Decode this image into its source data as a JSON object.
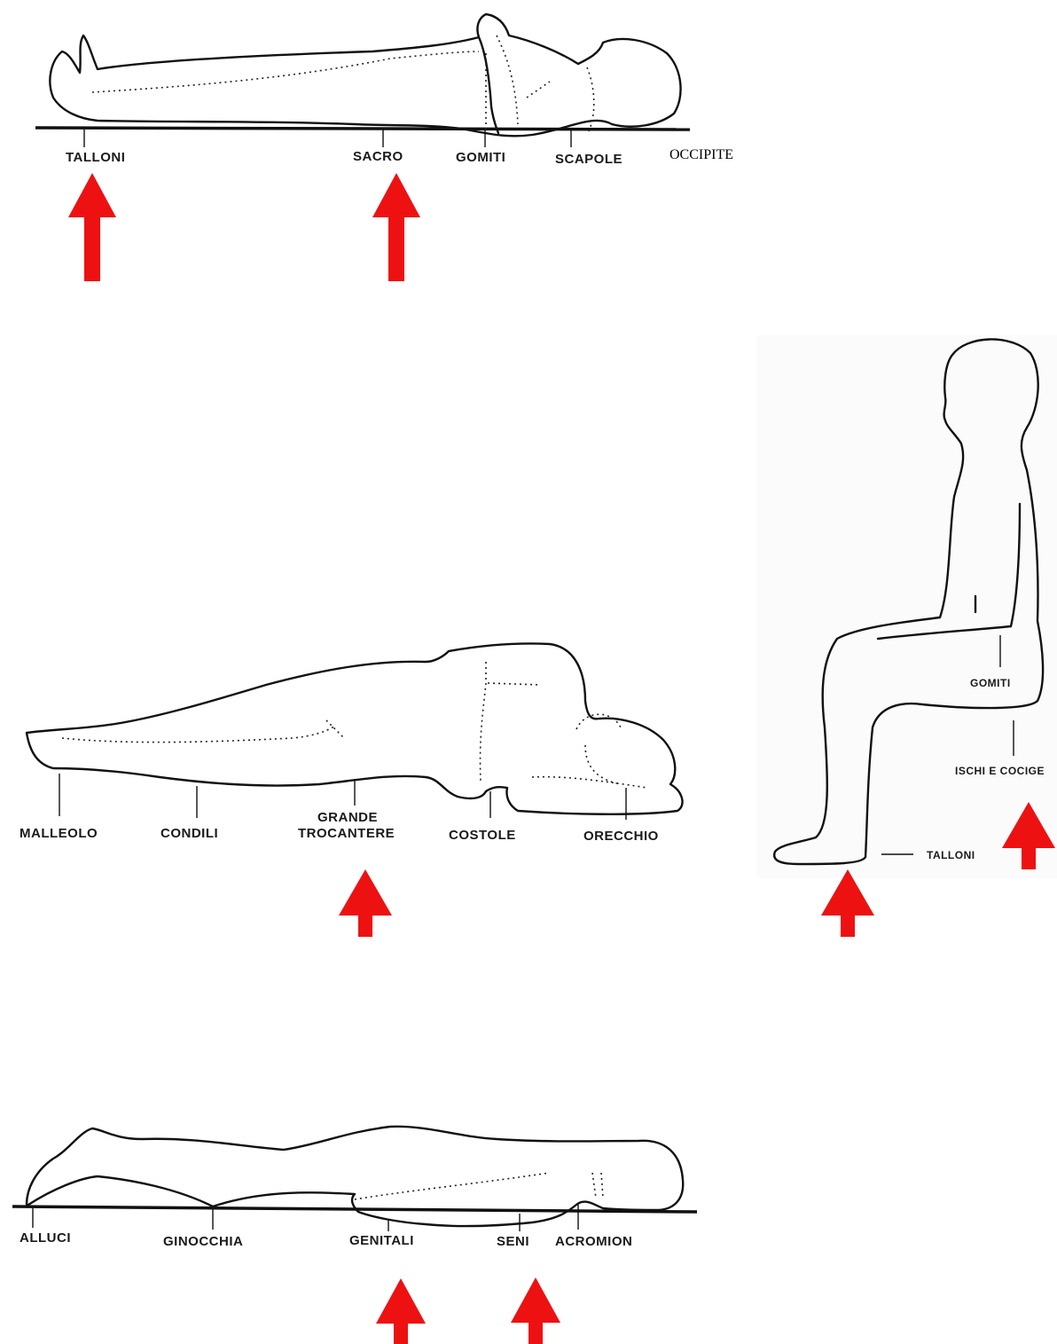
{
  "colors": {
    "arrow": "#ee1111",
    "outline": "#111111",
    "background": "#ffffff"
  },
  "supine": {
    "labels": {
      "heels": "TALLONI",
      "sacrum": "SACRO",
      "elbows": "GOMITI",
      "scapulae": "SCAPOLE",
      "occiput": "OCCIPITE"
    }
  },
  "lateral": {
    "labels": {
      "malleolus": "MALLEOLO",
      "condyles": "CONDILI",
      "trochanter_line1": "GRANDE",
      "trochanter_line2": "TROCANTERE",
      "ribs": "COSTOLE",
      "ear": "ORECCHIO"
    }
  },
  "seated": {
    "labels": {
      "elbows": "GOMITI",
      "ischia": "ISCHI E COCIGE",
      "heels": "TALLONI"
    }
  },
  "prone": {
    "labels": {
      "toes": "ALLUCI",
      "knees": "GINOCCHIA",
      "genitals": "GENITALI",
      "breasts": "SENI",
      "acromion": "ACROMION"
    }
  }
}
